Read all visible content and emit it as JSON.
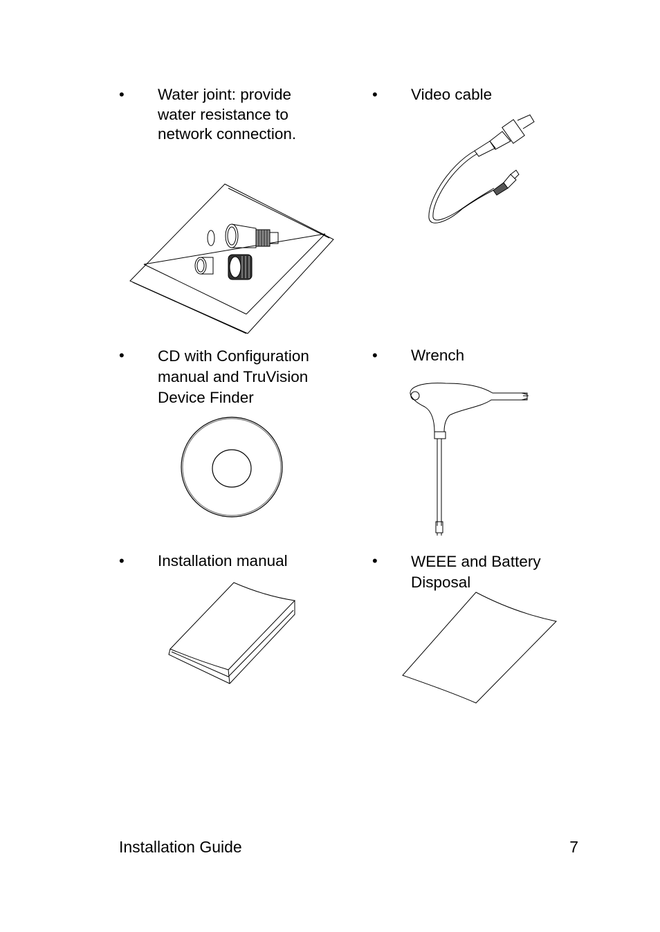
{
  "items": [
    {
      "bullet": "•",
      "lines": [
        "Water joint: provide",
        "water resistance to",
        "network connection."
      ],
      "illustration_icon": "water-joint-kit-bag-icon"
    },
    {
      "bullet": "•",
      "lines": [
        "Video cable"
      ],
      "illustration_icon": "video-cable-icon"
    },
    {
      "bullet": "•",
      "lines": [
        "CD with Configuration",
        "manual and TruVision",
        "Device Finder"
      ],
      "illustration_icon": "cd-disc-icon"
    },
    {
      "bullet": "•",
      "lines": [
        "Wrench"
      ],
      "illustration_icon": "torx-wrench-icon"
    },
    {
      "bullet": "•",
      "lines": [
        "Installation manual"
      ],
      "illustration_icon": "installation-manual-booklet-icon"
    },
    {
      "bullet": "•",
      "lines": [
        "WEEE and Battery",
        "Disposal"
      ],
      "illustration_icon": "weee-disposal-sheet-icon"
    }
  ],
  "footer": {
    "title": "Installation Guide",
    "page_number": "7"
  }
}
